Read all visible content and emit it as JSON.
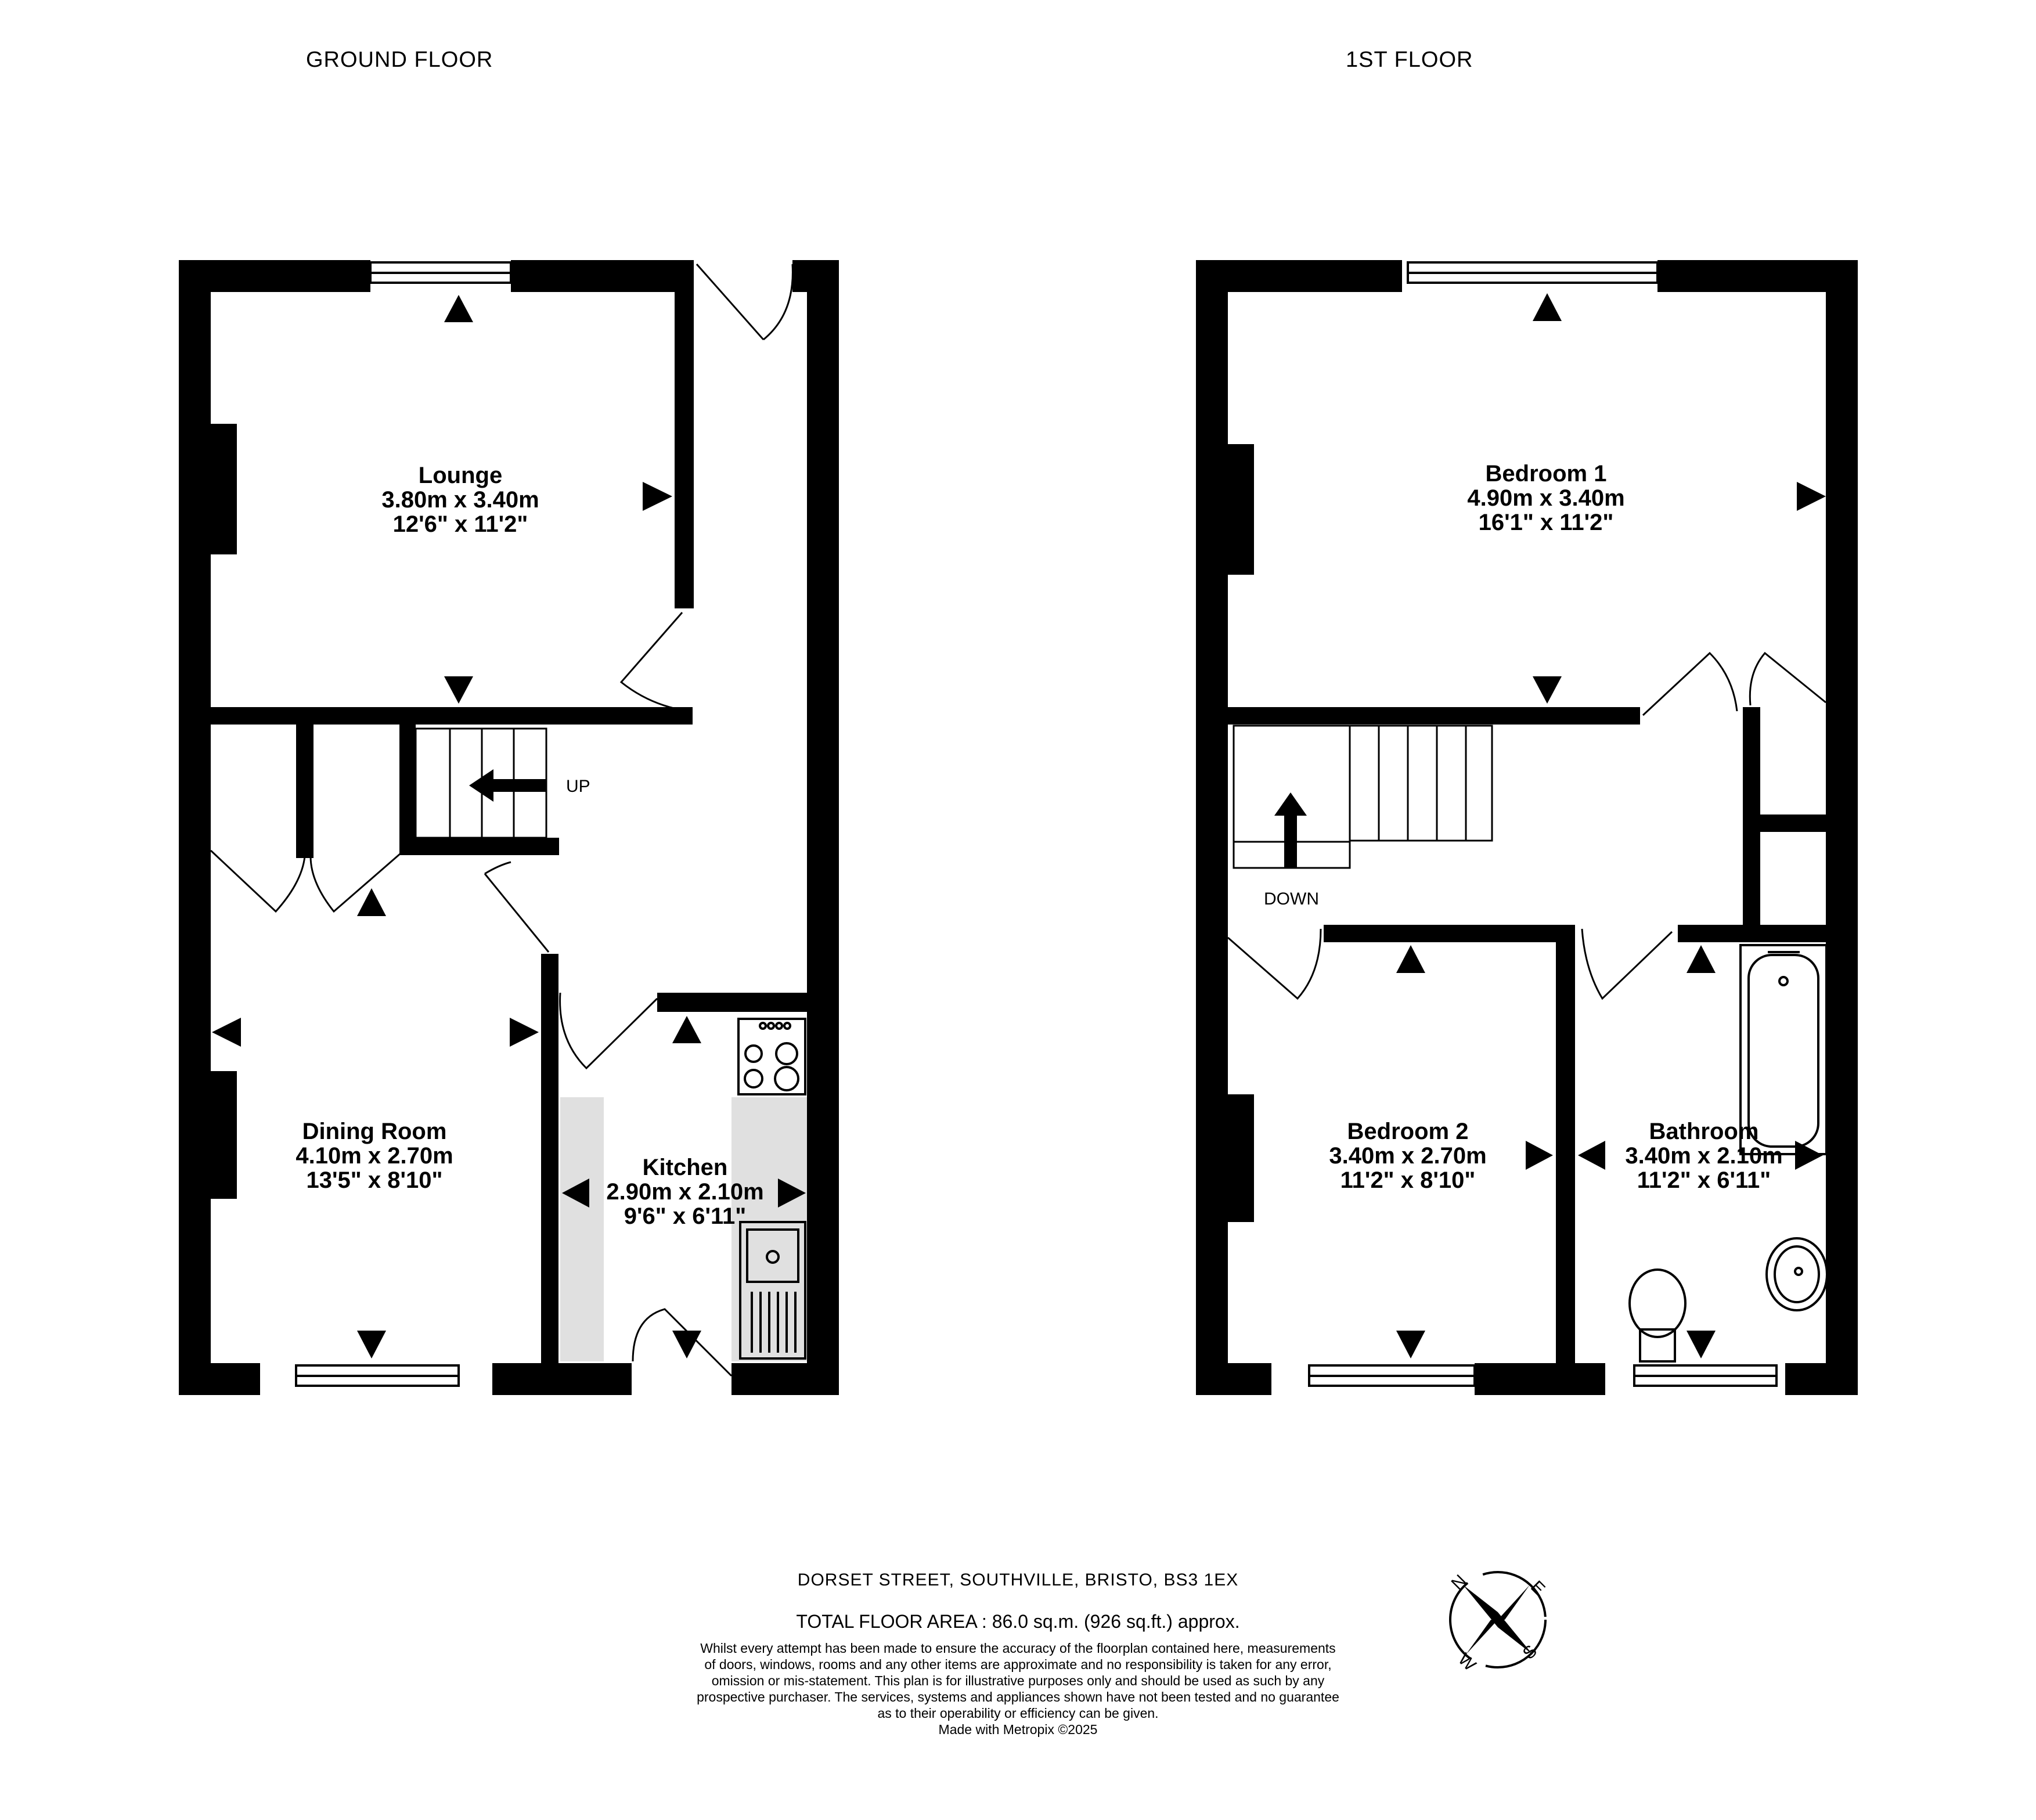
{
  "floors": {
    "ground": {
      "title": "GROUND FLOOR"
    },
    "first": {
      "title": "1ST FLOOR"
    }
  },
  "rooms": {
    "lounge": {
      "name": "Lounge",
      "metric": "3.80m  x 3.40m",
      "imperial": "12'6\"  x 11'2\""
    },
    "dining": {
      "name": "Dining Room",
      "metric": "4.10m  x 2.70m",
      "imperial": "13'5\"  x 8'10\""
    },
    "kitchen": {
      "name": "Kitchen",
      "metric": "2.90m  x 2.10m",
      "imperial": "9'6\"  x 6'11\""
    },
    "bedroom1": {
      "name": "Bedroom 1",
      "metric": "4.90m  x 3.40m",
      "imperial": "16'1\"  x 11'2\""
    },
    "bedroom2": {
      "name": "Bedroom 2",
      "metric": "3.40m  x 2.70m",
      "imperial": "11'2\"  x 8'10\""
    },
    "bathroom": {
      "name": "Bathroom",
      "metric": "3.40m  x 2.10m",
      "imperial": "11'2\"  x 6'11\""
    }
  },
  "stairs": {
    "up_label": "UP",
    "down_label": "DOWN"
  },
  "footer": {
    "address": "DORSET STREET, SOUTHVILLE, BRISTO, BS3 1EX",
    "total_area": "TOTAL FLOOR AREA : 86.0 sq.m. (926 sq.ft.) approx.",
    "disclaimer": [
      "Whilst every attempt has been made to ensure the accuracy of the floorplan contained here, measurements",
      "of doors, windows, rooms and any other items are approximate and no responsibility is taken for any error,",
      "omission or mis-statement. This plan is for illustrative purposes only and should be used as such by any",
      "prospective purchaser. The services, systems and appliances shown have not been tested and no guarantee",
      "as to their operability or efficiency can be given."
    ],
    "credit": "Made with Metropix ©2025"
  },
  "compass": {
    "n": "N",
    "e": "E",
    "s": "S",
    "w": "W"
  }
}
